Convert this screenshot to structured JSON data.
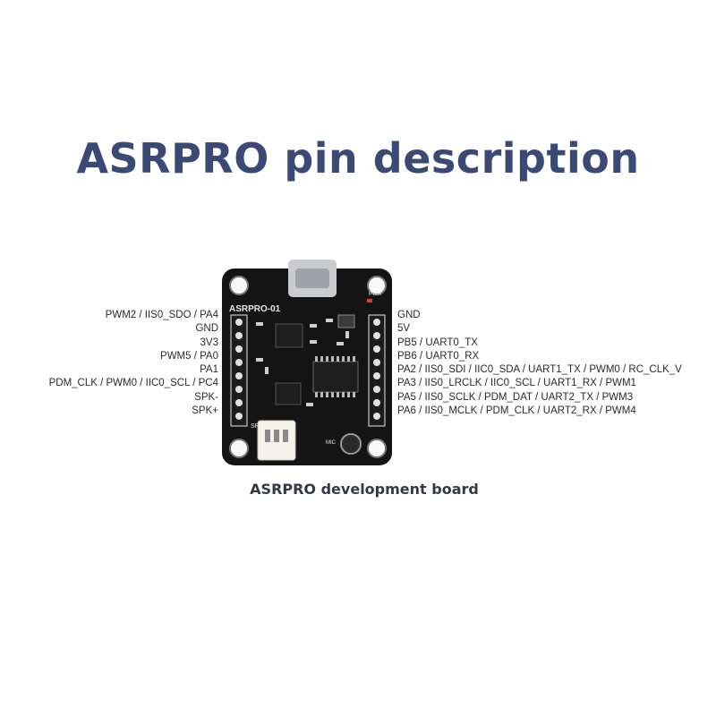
{
  "title": "ASRPRO pin description",
  "subtitle": "ASRPRO development board",
  "board": {
    "label": "ASRPRO-01",
    "pwr_label": "PWR",
    "mic_label": "MIC",
    "spk_label": "SPK",
    "colors": {
      "pcb": "#141414",
      "silkscreen": "#e8e8e8",
      "connector": "#f4f2ea",
      "usb": "#c9cbcf",
      "chip": "#1e1e1e",
      "led_pwr": "#d93b3b"
    }
  },
  "left_pins": [
    "PWM2 / IIS0_SDO / PA4",
    "GND",
    "3V3",
    "PWM5 / PA0",
    "PA1",
    "PDM_CLK  / PWM0 / IIC0_SCL / PC4",
    "SPK-",
    "SPK+"
  ],
  "right_pins": [
    "GND",
    "5V",
    "PB5 / UART0_TX",
    "PB6 / UART0_RX",
    "PA2 / IIS0_SDI / IIC0_SDA / UART1_TX / PWM0 / RC_CLK_V",
    "PA3 / IIS0_LRCLK / IIC0_SCL / UART1_RX / PWM1",
    "PA5 / IIS0_SCLK / PDM_DAT / UART2_TX / PWM3",
    "PA6 / IIS0_MCLK / PDM_CLK / UART2_RX / PWM4"
  ]
}
